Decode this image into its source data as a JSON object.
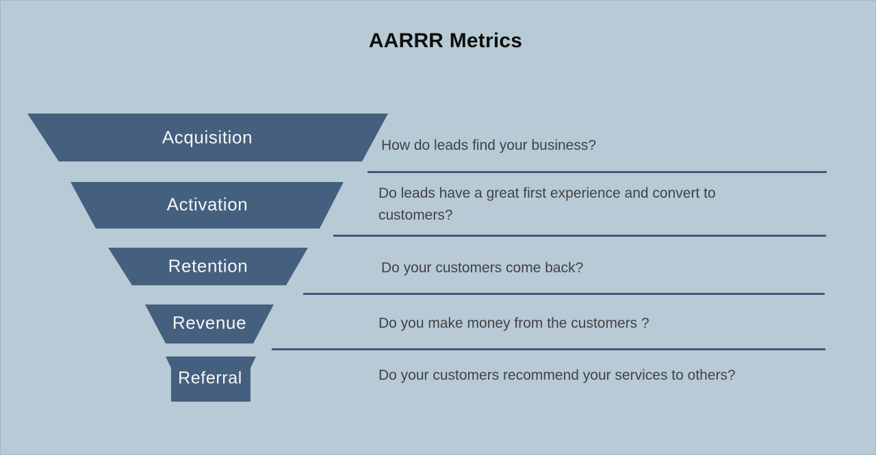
{
  "title": "AARRR Metrics",
  "colors": {
    "background": "#b8cad6",
    "funnel": "#44607e",
    "funnel_label": "#f4f6f8",
    "question_text": "#3f4345",
    "separator": "#3d5b79",
    "title_text": "#0e0e0e"
  },
  "funnel": {
    "stages": [
      {
        "label": "Acquisition",
        "question_lines": [
          "How do leads find your business?"
        ]
      },
      {
        "label": "Activation",
        "question_lines": [
          "Do leads have a great first experience and convert to",
          "customers?"
        ]
      },
      {
        "label": "Retention",
        "question_lines": [
          "Do your customers come back?"
        ]
      },
      {
        "label": "Revenue",
        "question_lines": [
          "Do you make money from the customers ?"
        ]
      },
      {
        "label": "Referral",
        "question_lines": [
          "Do your customers recommend your services to others?"
        ]
      }
    ]
  }
}
